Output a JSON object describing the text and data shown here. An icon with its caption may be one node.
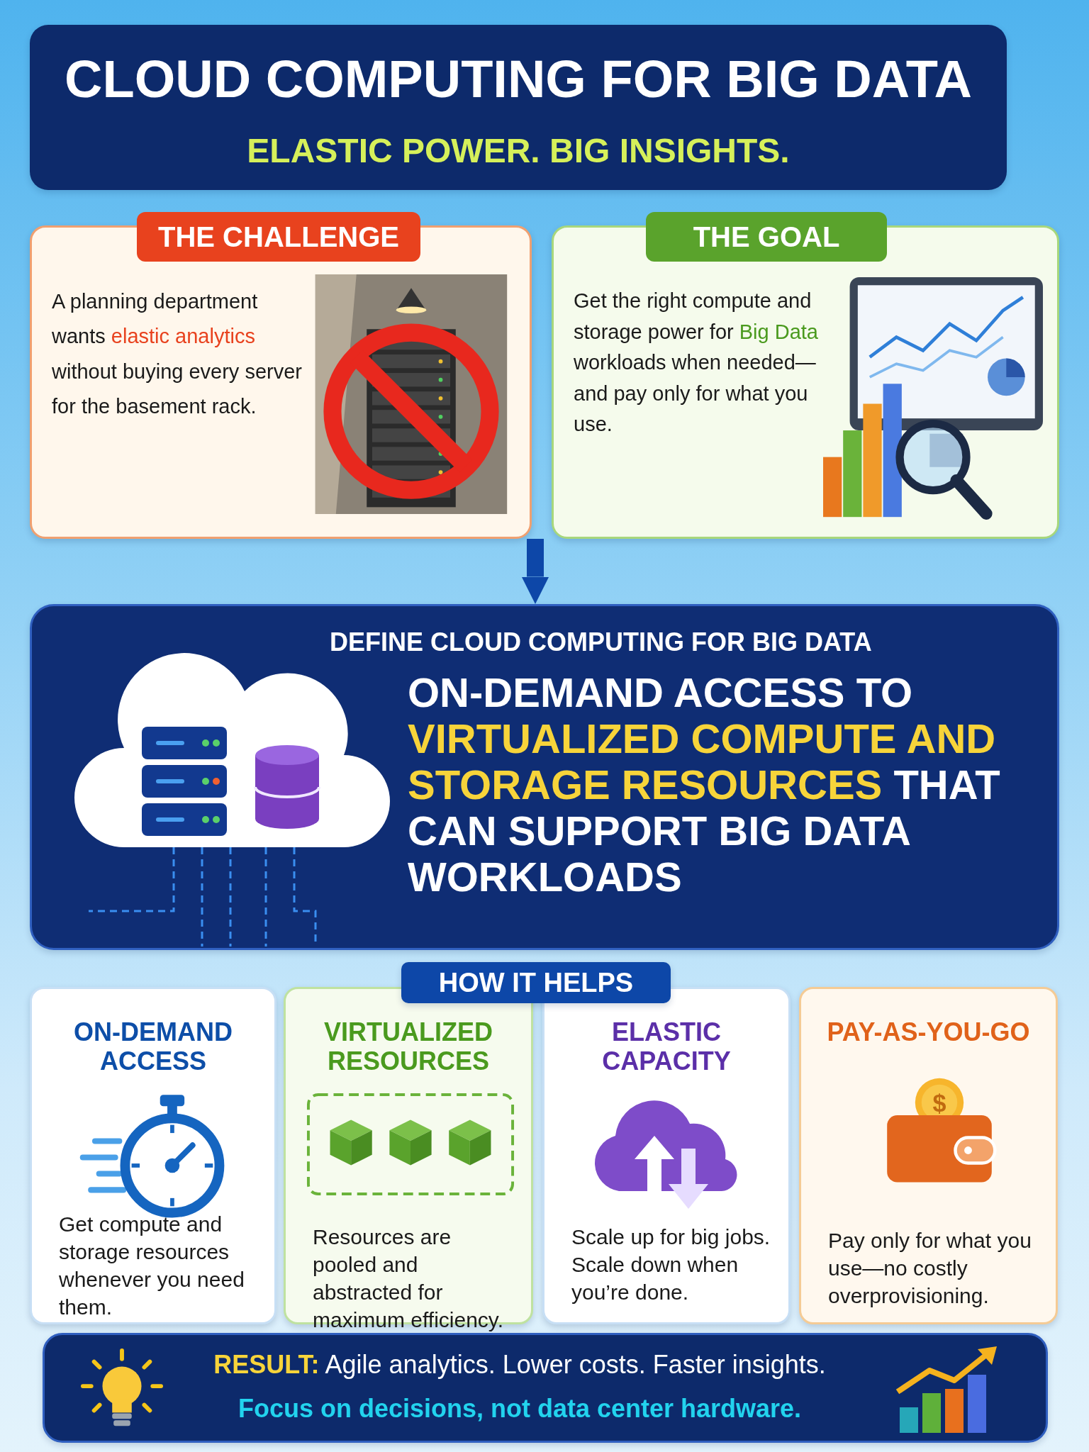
{
  "diagram": {
    "nodes": [
      {
        "text": [
          "CLOUD COMPUTING FOR BIG DATA",
          "ELASTIC POWER. BIG INSIGHTS."
        ]
      },
      {
        "text": [
          "THE CHALLENGE",
          "A planning department wants **elastic analytics** without buying every server for the basement rack."
        ]
      },
      {
        "text": [
          "THE GOAL",
          "Get the right compute and storage power for **Big Data** workloads when needed—and pay only for what you use."
        ]
      },
      {
        "text": [
          "DEFINE CLOUD COMPUTING FOR BIG DATA",
          "ON-DEMAND ACCESS TO **VIRTUALIZED COMPUTE AND STORAGE RESOURCES** THAT CAN SUPPORT BIG DATA WORKLOADS"
        ]
      },
      {
        "text": [
          "HOW IT HELPS"
        ]
      },
      {
        "text": [
          "ON-DEMAND ACCESS",
          "Get compute and storage resources whenever you need them."
        ]
      },
      {
        "text": [
          "VIRTUALIZED RESOURCES",
          "Resources are pooled and abstracted for maximum efficiency."
        ]
      },
      {
        "text": [
          "ELASTIC CAPACITY",
          "Scale up for big jobs. Scale down when you’re done."
        ]
      },
      {
        "text": [
          "PAY-AS-YOU-GO",
          "Pay only for what you use—no costly overprovisioning."
        ]
      },
      {
        "text": [
          "**RESULT:** Agile analytics. Lower costs. Faster insights.",
          "Focus on decisions, not data center hardware."
        ]
      }
    ],
    "edges": [
      {
        "from": 1,
        "to": 3,
        "arrow": "to"
      }
    ],
    "labels": [
      "$"
    ]
  }
}
